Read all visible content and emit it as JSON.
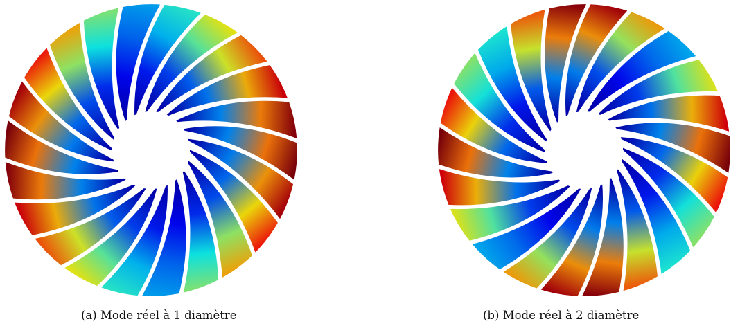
{
  "figures": [
    {
      "id": "a",
      "caption": "(a) Mode réel à 1 diamètre",
      "blade_count": 22,
      "nodal_diameters": 1,
      "colormap": "jet"
    },
    {
      "id": "b",
      "caption": "(b) Mode réel à 2 diamètre",
      "blade_count": 22,
      "nodal_diameters": 2,
      "colormap": "jet"
    }
  ]
}
